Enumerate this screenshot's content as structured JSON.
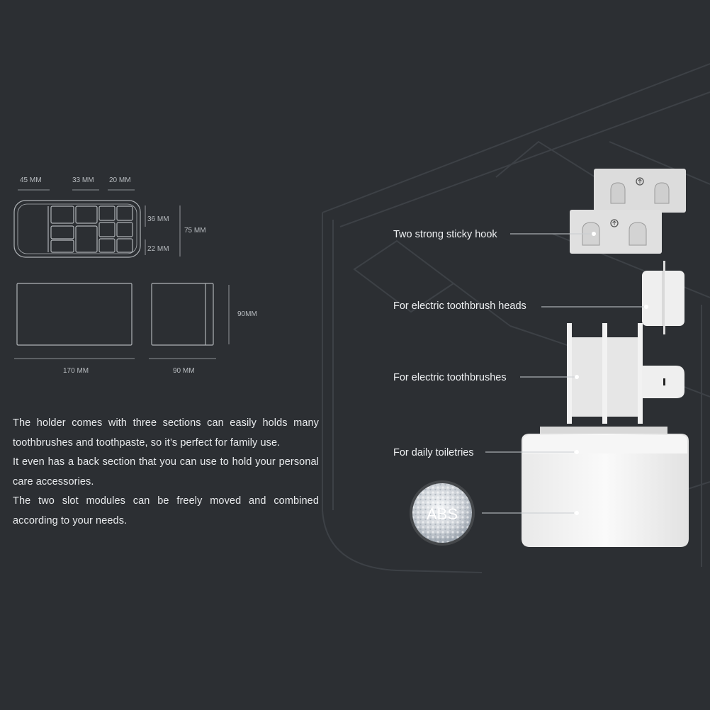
{
  "dimensions": {
    "top_widths": [
      "45 MM",
      "33 MM",
      "20 MM"
    ],
    "right_heights": [
      "36 MM",
      "22 MM",
      "75 MM"
    ],
    "box_height": "90MM",
    "front_width": "170 MM",
    "side_width": "90 MM"
  },
  "parts": [
    {
      "label": "Two strong sticky hook"
    },
    {
      "label": "For electric toothbrush heads"
    },
    {
      "label": "For electric toothbrushes"
    },
    {
      "label": "For daily toiletries"
    }
  ],
  "material": {
    "badge": "ABS"
  },
  "description": [
    "The holder comes with three sections can easily holds many toothbrushes and toothpaste, so it’s perfect for family use.",
    "It even has a back section that you can use to hold your personal care accessories.",
    "The two slot modules can be freely moved and combined according to your needs."
  ],
  "colors": {
    "background": "#2c2f33",
    "text": "#eef0f2",
    "part_fill": "#ececec"
  }
}
